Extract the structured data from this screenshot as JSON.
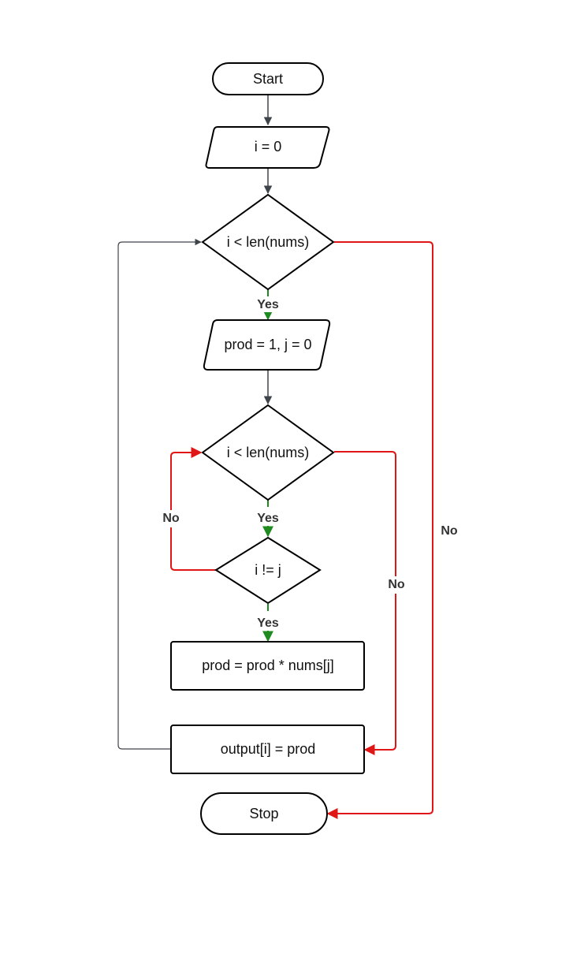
{
  "colors": {
    "gray_edge": "#3f434a",
    "yes_edge": "#1f8a1f",
    "no_edge": "#e01515"
  },
  "nodes": {
    "start": "Start",
    "init_i": "i = 0",
    "outer_cond": "i < len(nums)",
    "init_prod": "prod = 1, j = 0",
    "inner_cond": "i < len(nums)",
    "neq_cond": "i != j",
    "multiply": "prod = prod * nums[j]",
    "assign_output": "output[i] = prod",
    "stop": "Stop"
  },
  "edge_labels": {
    "outer_yes": "Yes",
    "inner_yes": "Yes",
    "neq_yes": "Yes",
    "neq_no": "No",
    "inner_no": "No",
    "outer_no": "No"
  }
}
